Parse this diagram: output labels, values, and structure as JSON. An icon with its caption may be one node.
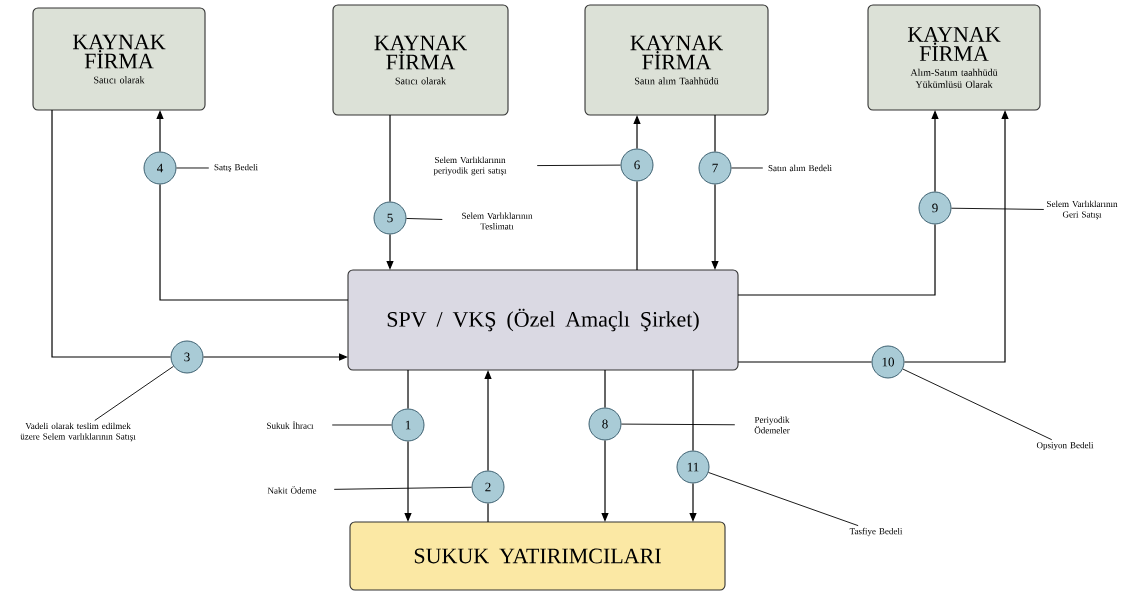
{
  "diagram": {
    "nodes": [
      {
        "text": [
          "KAYNAK FİRMA",
          "Satıcı olarak"
        ]
      },
      {
        "text": [
          "KAYNAK FİRMA",
          "Satıcı olarak"
        ]
      },
      {
        "text": [
          "KAYNAK FİRMA",
          "Satın alım Taahhüdü"
        ]
      },
      {
        "text": [
          "KAYNAK FİRMA",
          "Alım-Satım taahhüdü Yükümlüsü Olarak"
        ]
      },
      {
        "text": [
          "SPV / VKŞ (Özel Amaçlı Şirket)"
        ]
      },
      {
        "text": [
          "SUKUK YATIRIMCILARI"
        ]
      },
      {
        "text": [
          "1"
        ]
      },
      {
        "text": [
          "2"
        ]
      },
      {
        "text": [
          "3"
        ]
      },
      {
        "text": [
          "4"
        ]
      },
      {
        "text": [
          "5"
        ]
      },
      {
        "text": [
          "6"
        ]
      },
      {
        "text": [
          "7"
        ]
      },
      {
        "text": [
          "8"
        ]
      },
      {
        "text": [
          "9"
        ]
      },
      {
        "text": [
          "10"
        ]
      },
      {
        "text": [
          "11"
        ]
      },
      {
        "text": [
          "Sukuk İhracı"
        ]
      },
      {
        "text": [
          "Nakit Ödeme"
        ]
      },
      {
        "text": [
          "Vadeli olarak teslim edilmek üzere Selem varlıklarının Satışı"
        ]
      },
      {
        "text": [
          "Satış Bedeli"
        ]
      },
      {
        "text": [
          "Selem Varlıklarının Teslimatı"
        ]
      },
      {
        "text": [
          "Selem Varlıklarının periyodik geri satışı"
        ]
      },
      {
        "text": [
          "Satın alım Bedeli"
        ]
      },
      {
        "text": [
          "Periyodik Ödemeler"
        ]
      },
      {
        "text": [
          "Selem Varlıklarının Geri Satışı"
        ]
      },
      {
        "text": [
          "Opsiyon Bedeli"
        ]
      },
      {
        "text": [
          "Tasfiye Bedeli"
        ]
      }
    ],
    "edges": [
      {
        "from": 4,
        "to": 6,
        "arrow": "none"
      },
      {
        "from": 6,
        "to": 5,
        "arrow": "to"
      },
      {
        "from": 17,
        "to": 6,
        "arrow": "none"
      },
      {
        "from": 5,
        "to": 7,
        "arrow": "none"
      },
      {
        "from": 7,
        "to": 4,
        "arrow": "to"
      },
      {
        "from": 18,
        "to": 7,
        "arrow": "none"
      },
      {
        "from": 0,
        "to": 8,
        "arrow": "none"
      },
      {
        "from": 8,
        "to": 4,
        "arrow": "to"
      },
      {
        "from": 19,
        "to": 8,
        "arrow": "none"
      },
      {
        "from": 4,
        "to": 9,
        "arrow": "none"
      },
      {
        "from": 9,
        "to": 0,
        "arrow": "to"
      },
      {
        "from": 20,
        "to": 9,
        "arrow": "none"
      },
      {
        "from": 1,
        "to": 10,
        "arrow": "none"
      },
      {
        "from": 10,
        "to": 4,
        "arrow": "to"
      },
      {
        "from": 21,
        "to": 10,
        "arrow": "none"
      },
      {
        "from": 4,
        "to": 11,
        "arrow": "none"
      },
      {
        "from": 11,
        "to": 2,
        "arrow": "to"
      },
      {
        "from": 22,
        "to": 11,
        "arrow": "none"
      },
      {
        "from": 2,
        "to": 12,
        "arrow": "none"
      },
      {
        "from": 12,
        "to": 4,
        "arrow": "to"
      },
      {
        "from": 23,
        "to": 12,
        "arrow": "none"
      },
      {
        "from": 4,
        "to": 13,
        "arrow": "none"
      },
      {
        "from": 13,
        "to": 5,
        "arrow": "to"
      },
      {
        "from": 24,
        "to": 13,
        "arrow": "none"
      },
      {
        "from": 4,
        "to": 14,
        "arrow": "none"
      },
      {
        "from": 14,
        "to": 3,
        "arrow": "to"
      },
      {
        "from": 25,
        "to": 14,
        "arrow": "none"
      },
      {
        "from": 4,
        "to": 15,
        "arrow": "none"
      },
      {
        "from": 15,
        "to": 3,
        "arrow": "to"
      },
      {
        "from": 26,
        "to": 15,
        "arrow": "none"
      },
      {
        "from": 4,
        "to": 16,
        "arrow": "none"
      },
      {
        "from": 16,
        "to": 5,
        "arrow": "to"
      },
      {
        "from": 27,
        "to": 16,
        "arrow": "none"
      }
    ]
  }
}
